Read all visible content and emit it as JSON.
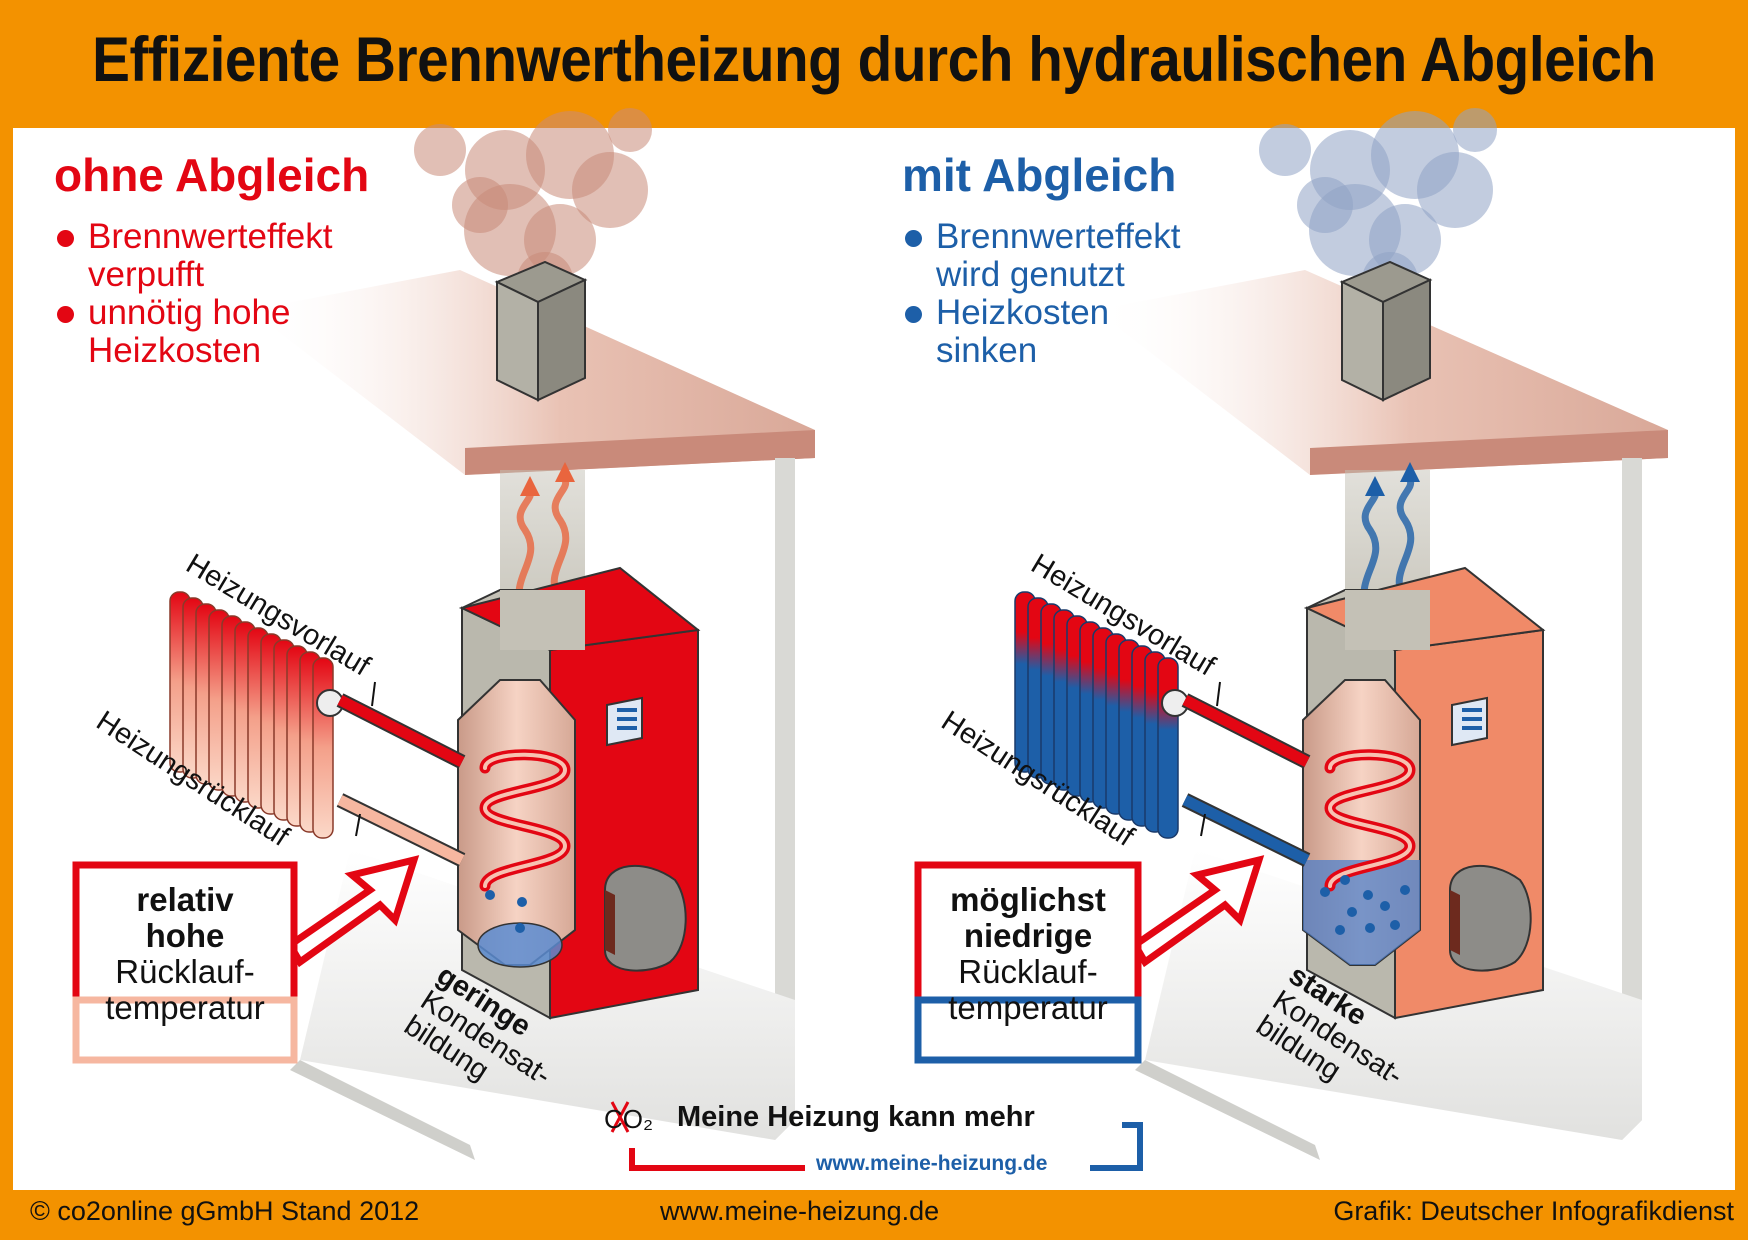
{
  "title": "Effiziente Brennwertheizung durch hydraulischen Abgleich",
  "colors": {
    "frame": "#f39200",
    "red": "#e30613",
    "blue": "#1d5fa8",
    "salmon": "#f08a68",
    "smoke_red": "#c98a78",
    "smoke_blue": "#8fa3c4"
  },
  "left": {
    "heading": "ohne Abgleich",
    "bullets": [
      {
        "line1": "Brennwerteffekt",
        "line2": "verpufft"
      },
      {
        "line1": "unnötig hohe",
        "line2": "Heizkosten"
      }
    ],
    "supply_label": "Heizungsvorlauf",
    "return_label": "Heizungsrücklauf",
    "callout": {
      "bold1": "relativ",
      "bold2": "hohe",
      "line3": "Rücklauf-",
      "line4": "temperatur"
    },
    "condensate": {
      "bold": "geringe",
      "line2": "Kondensat-",
      "line3": "bildung"
    }
  },
  "right": {
    "heading": "mit Abgleich",
    "bullets": [
      {
        "line1": "Brennwerteffekt",
        "line2": "wird genutzt"
      },
      {
        "line1": "Heizkosten",
        "line2": "sinken"
      }
    ],
    "supply_label": "Heizungsvorlauf",
    "return_label": "Heizungsrücklauf",
    "callout": {
      "bold1": "möglichst",
      "bold2": "niedrige",
      "line3": "Rücklauf-",
      "line4": "temperatur"
    },
    "condensate": {
      "bold": "starke",
      "line2": "Kondensat-",
      "line3": "bildung"
    }
  },
  "logo": {
    "co2": "CO₂",
    "text": "Meine Heizung kann mehr",
    "url": "www.meine-heizung.de"
  },
  "footer": {
    "left": "© co2online gGmbH Stand 2012",
    "center": "www.meine-heizung.de",
    "right": "Grafik: Deutscher Infografikdienst"
  }
}
